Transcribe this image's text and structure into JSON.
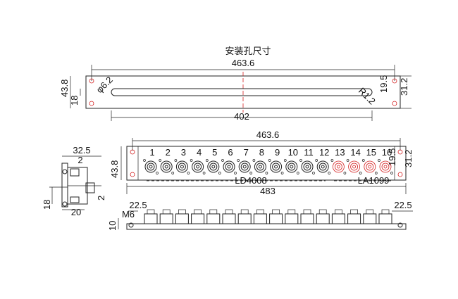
{
  "top_view": {
    "title": "安装孔尺寸",
    "width_label": "463.6",
    "height_outer": "43.8",
    "height_inner": "18",
    "hole_label": "φ6.2",
    "radius_label": "R1.2",
    "right_dim_a": "19.5",
    "right_dim_b": "31.2",
    "slot_length": "402"
  },
  "front_view": {
    "width_label": "463.6",
    "height_label": "43.8",
    "right_dim_a": "19.5",
    "right_dim_b": "31.2",
    "overall_width": "483",
    "group_left_label": "LD4008",
    "group_right_label": "LA1099",
    "port_numbers": [
      "1",
      "2",
      "3",
      "4",
      "5",
      "6",
      "7",
      "8",
      "9",
      "10",
      "11",
      "12",
      "13",
      "14",
      "15",
      "16"
    ]
  },
  "side_view": {
    "top_dim": "32.5",
    "dim_2_top": "2",
    "dim_2_side": "2",
    "height_dim": "18",
    "bottom_dim": "20"
  },
  "bottom_view": {
    "left_offset": "22.5",
    "right_offset": "22.5",
    "screw_label": "M6",
    "height_dim": "10"
  }
}
